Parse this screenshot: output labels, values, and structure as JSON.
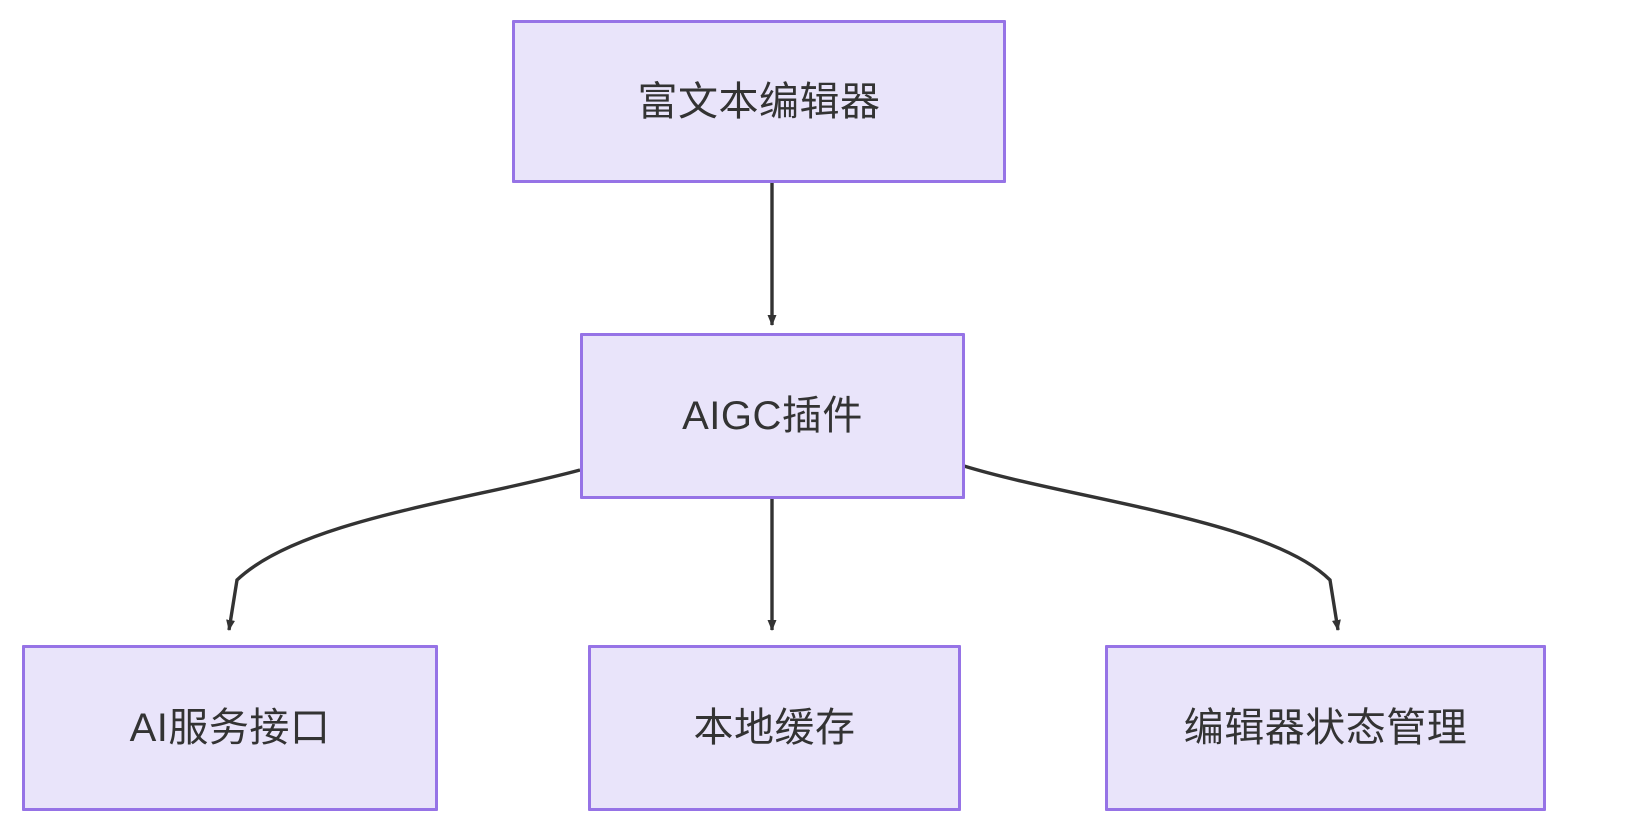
{
  "diagram": {
    "type": "flowchart",
    "direction": "top-down",
    "background_color": "#ffffff",
    "node_style": {
      "fill_color": "#e9e4fa",
      "border_color": "#9673e6",
      "text_color": "#333333",
      "edge_color": "#333333"
    },
    "nodes": [
      {
        "id": "rich-text-editor",
        "label": "富文本编辑器"
      },
      {
        "id": "aigc-plugin",
        "label": "AIGC插件"
      },
      {
        "id": "ai-service-api",
        "label": "AI服务接口"
      },
      {
        "id": "local-cache",
        "label": "本地缓存"
      },
      {
        "id": "editor-state-mgmt",
        "label": "编辑器状态管理"
      }
    ],
    "edges": [
      {
        "from": "rich-text-editor",
        "to": "aigc-plugin",
        "label": "",
        "style": "straight-arrow"
      },
      {
        "from": "aigc-plugin",
        "to": "ai-service-api",
        "label": "",
        "style": "curved-arrow"
      },
      {
        "from": "aigc-plugin",
        "to": "local-cache",
        "label": "",
        "style": "straight-arrow"
      },
      {
        "from": "aigc-plugin",
        "to": "editor-state-mgmt",
        "label": "",
        "style": "curved-arrow"
      }
    ]
  }
}
